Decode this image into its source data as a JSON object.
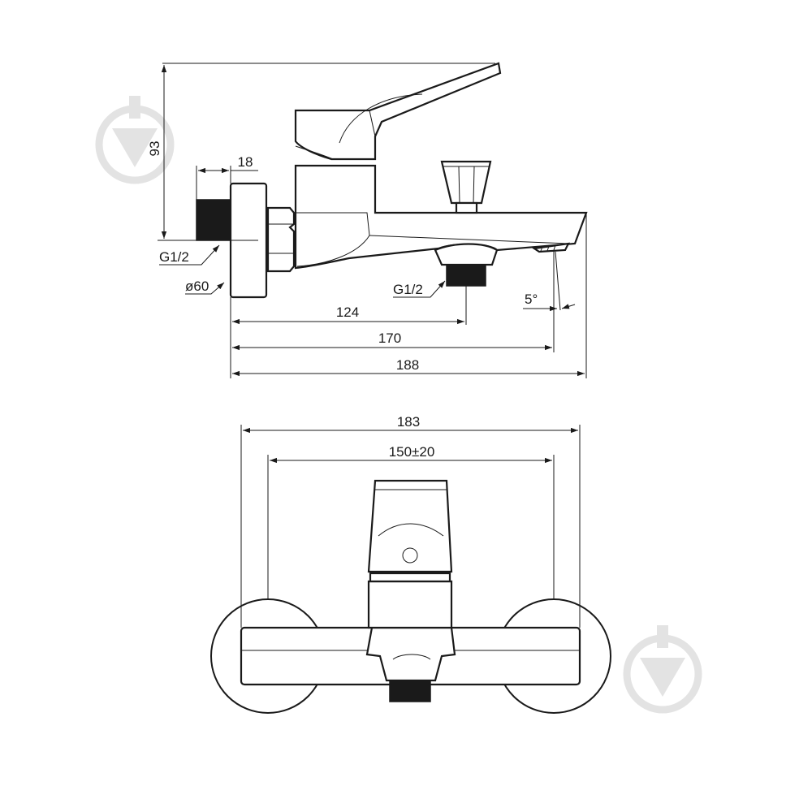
{
  "side_view": {
    "dim_height": "93",
    "dim_connector": "18",
    "label_thread_wall": "G1/2",
    "label_diameter": "ø60",
    "label_thread_outlet": "G1/2",
    "label_angle": "5°",
    "dim_outlet": "124",
    "dim_spout_tip": "170",
    "dim_total_depth": "188"
  },
  "front_view": {
    "dim_total_width": "183",
    "dim_centers": "150±20"
  },
  "colors": {
    "line": "#1a1a1a",
    "watermark": "#e3e3e3"
  },
  "icons": [
    "watermark-logo-icon"
  ]
}
